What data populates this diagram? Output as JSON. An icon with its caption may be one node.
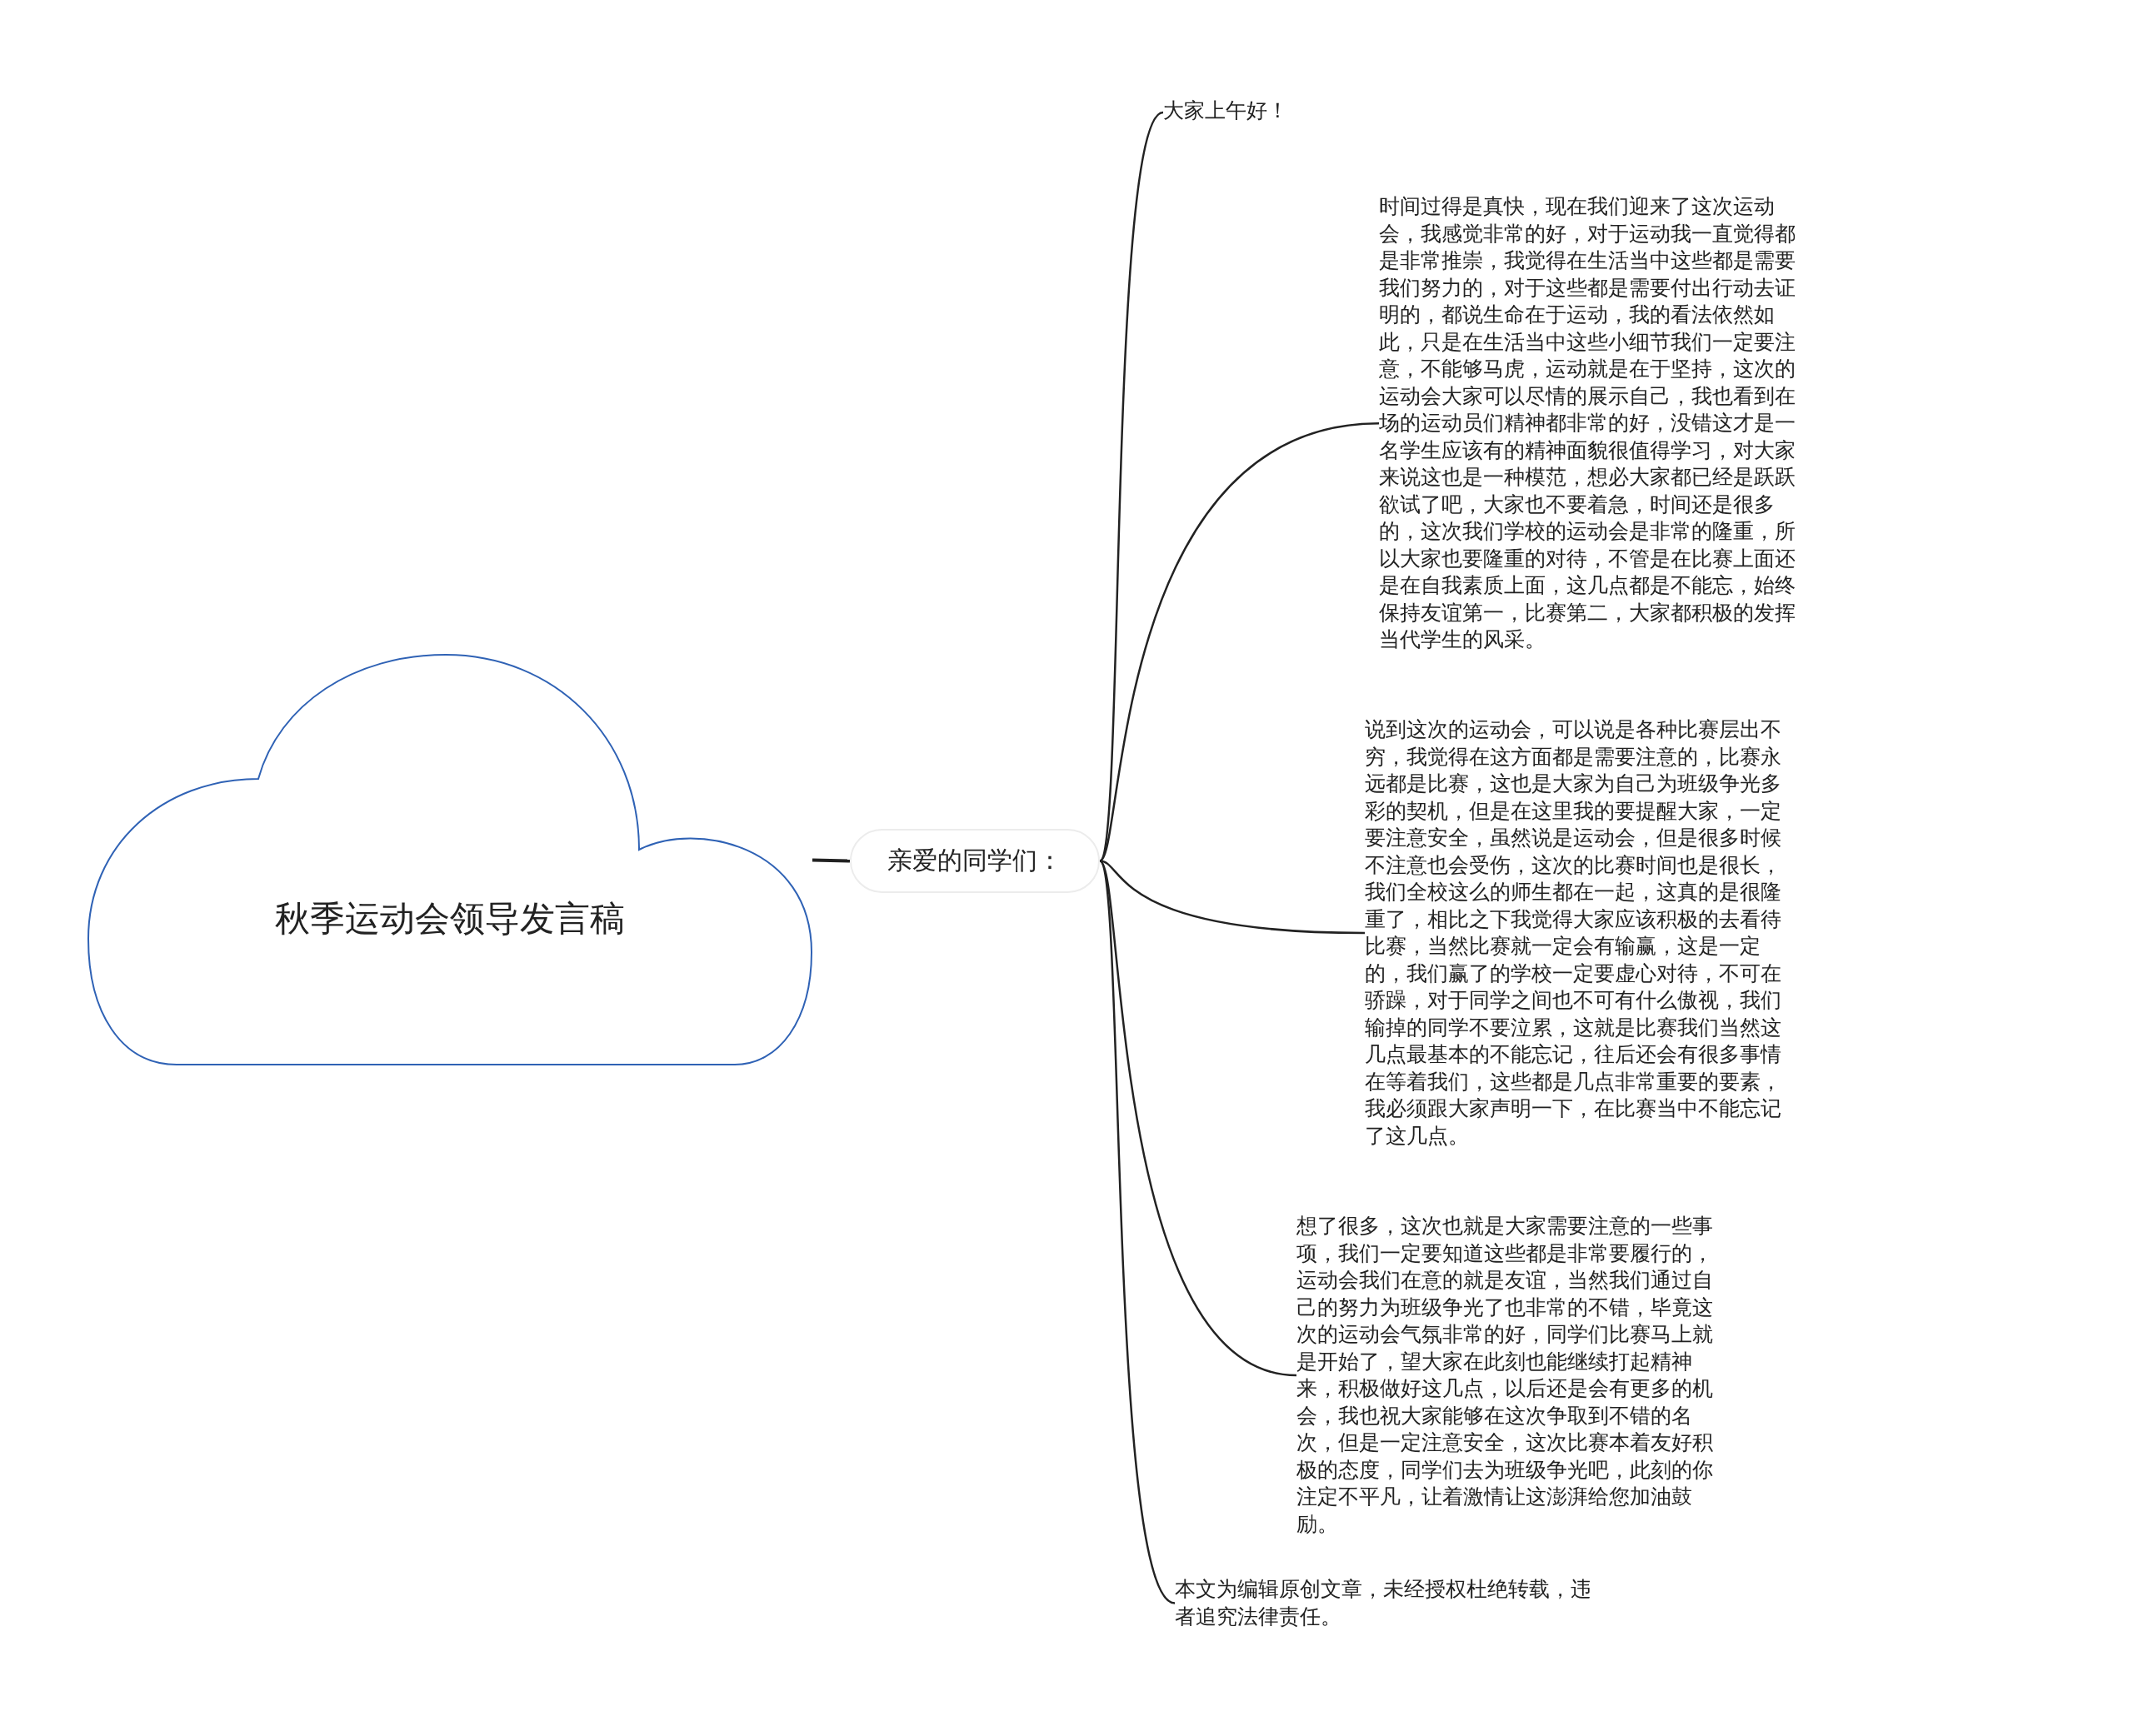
{
  "diagram": {
    "nodes": [
      {
        "text": [
          "秋季运动会领导发言稿"
        ]
      },
      {
        "text": [
          "亲爱的同学们："
        ]
      },
      {
        "text": [
          "大家上午好！"
        ]
      },
      {
        "text": [
          "时间过得是真快，现在我们迎来了这次运动会，我感觉非常的好，对于运动我一直觉得都是非常推崇，我觉得在生活当中这些都是需要我们努力的，对于这些都是需要付出行动去证明的，都说生命在于运动，我的看法依然如此，只是在生活当中这些小细节我们一定要注意，不能够马虎，运动就是在于坚持，这次的运动会大家可以尽情的展示自己，我也看到在场的运动员们精神都非常的好，没错这才是一名学生应该有的精神面貌很值得学习，对大家来说这也是一种模范，想必大家都已经是跃跃欲试了吧，大家也不要着急，时间还是很多的，这次我们学校的运动会是非常的隆重，所以大家也要隆重的对待，不管是在比赛上面还是在自我素质上面，这几点都是不能忘，始终保持友谊第一，比赛第二，大家都积极的发挥当代学生的风采。"
        ]
      },
      {
        "text": [
          "说到这次的运动会，可以说是各种比赛层出不穷，我觉得在这方面都是需要注意的，比赛永远都是比赛，这也是大家为自己为班级争光多彩的契机，但是在这里我的要提醒大家，一定要注意安全，虽然说是运动会，但是很多时候不注意也会受伤，这次的比赛时间也是很长，我们全校这么的师生都在一起，这真的是很隆重了，相比之下我觉得大家应该积极的去看待比赛，当然比赛就一定会有输赢，这是一定的，我们赢了的学校一定要虚心对待，不可在骄躁，对于同学之间也不可有什么傲视，我们输掉的同学不要泣累，这就是比赛我们当然这几点最基本的不能忘记，往后还会有很多事情在等着我们，这些都是几点非常重要的要素，我必须跟大家声明一下，在比赛当中不能忘记了这几点。"
        ]
      },
      {
        "text": [
          "想了很多，这次也就是大家需要注意的一些事项，我们一定要知道这些都是非常要履行的，运动会我们在意的就是友谊，当然我们通过自己的努力为班级争光了也非常的不错，毕竟这次的运动会气氛非常的好，同学们比赛马上就是开始了，望大家在此刻也能继续打起精神来，积极做好这几点，以后还是会有更多的机会，我也祝大家能够在这次争取到不错的名次，但是一定注意安全，这次比赛本着友好积极的态度，同学们去为班级争光吧，此刻的你注定不平凡，让着激情让这澎湃给您加油鼓励。"
        ]
      },
      {
        "text": [
          "本文为编辑原创文章，未经授权杜绝转载，违者追究法律责任。"
        ]
      }
    ],
    "edges": [
      {
        "from": 0,
        "to": 1,
        "arrow": "none"
      },
      {
        "from": 1,
        "to": 2,
        "arrow": "none"
      },
      {
        "from": 1,
        "to": 3,
        "arrow": "none"
      },
      {
        "from": 1,
        "to": 4,
        "arrow": "none"
      },
      {
        "from": 1,
        "to": 5,
        "arrow": "none"
      },
      {
        "from": 1,
        "to": 6,
        "arrow": "none"
      }
    ]
  }
}
